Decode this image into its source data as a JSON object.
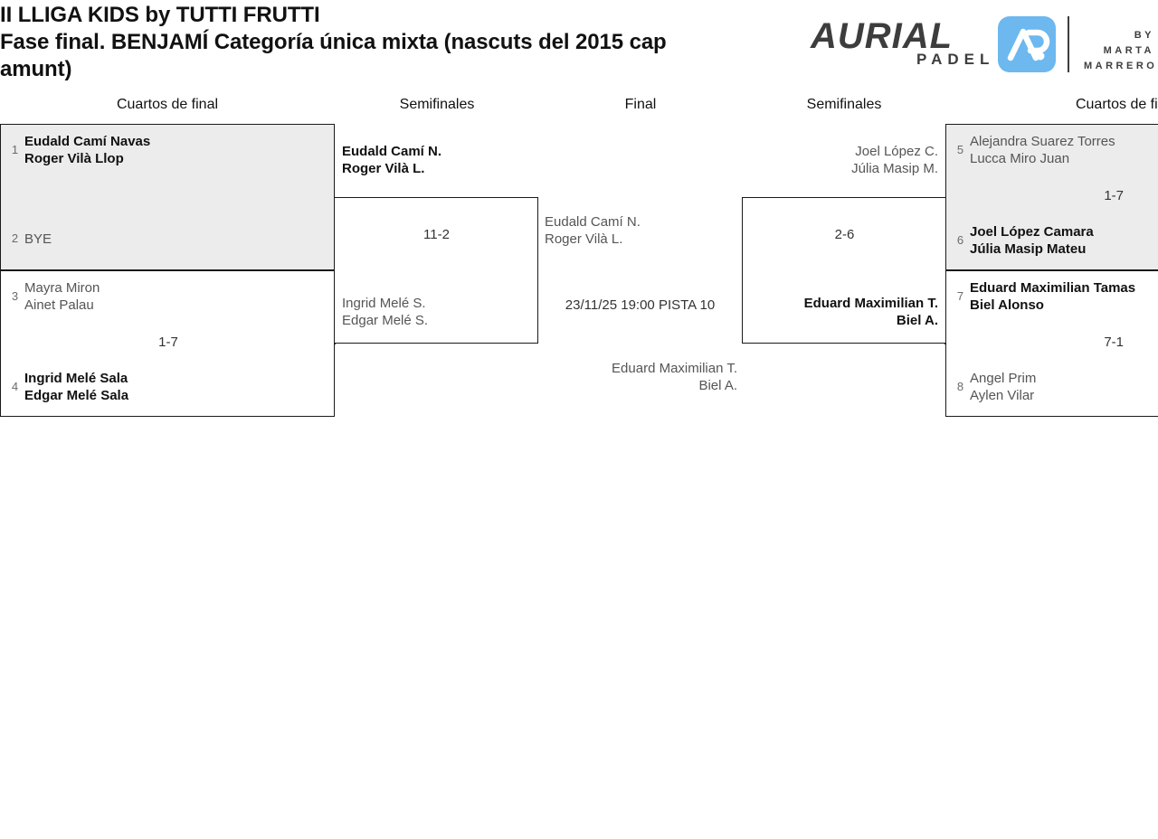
{
  "header": {
    "title_line1": "II LLIGA KIDS by TUTTI FRUTTI",
    "title_line2": "Fase final. BENJAMÍ Categoría única mixta (nascuts del 2015 cap",
    "title_line3": "amunt)",
    "logo": {
      "brand": "AURIAL",
      "subbrand": "PADEL",
      "byline_line1": "BY MARTA",
      "byline_line2": "MARRERO",
      "mark_color": "#6cb8ef",
      "text_color": "#3d3d3d"
    }
  },
  "columns": [
    {
      "label": "Cuartos de final"
    },
    {
      "label": "Semifinales"
    },
    {
      "label": "Final"
    },
    {
      "label": "Semifinales"
    },
    {
      "label": "Cuartos de final"
    }
  ],
  "bracket": {
    "left_quarterfinals": [
      {
        "top": {
          "seed": "1",
          "line1": "Eudald Camí Navas",
          "line2": "Roger Vilà Llop",
          "status": "winner"
        },
        "bottom": {
          "seed": "2",
          "line1": "BYE",
          "line2": "",
          "status": "loser"
        },
        "score": ""
      },
      {
        "top": {
          "seed": "3",
          "line1": "Mayra Miron",
          "line2": "Ainet Palau",
          "status": "loser"
        },
        "bottom": {
          "seed": "4",
          "line1": "Ingrid Melé Sala",
          "line2": "Edgar Melé Sala",
          "status": "winner"
        },
        "score": "1-7"
      }
    ],
    "left_semifinal": {
      "top": {
        "line1": "Eudald Camí N.",
        "line2": "Roger Vilà L.",
        "status": "winner"
      },
      "bottom": {
        "line1": "Ingrid Melé S.",
        "line2": "Edgar Melé S.",
        "status": "loser"
      },
      "score": "11-2"
    },
    "final": {
      "left_team": {
        "line1": "Eudald Camí N.",
        "line2": "Roger Vilà L."
      },
      "right_team": {
        "line1": "Eduard Maximilian T.",
        "line2": "Biel A."
      },
      "schedule": "23/11/25 19:00 PISTA 10"
    },
    "right_semifinal": {
      "top": {
        "line1": "Joel López C.",
        "line2": "Júlia Masip M.",
        "status": "loser"
      },
      "bottom": {
        "line1": "Eduard Maximilian T.",
        "line2": "Biel A.",
        "status": "winner"
      },
      "score": "2-6"
    },
    "right_quarterfinals": [
      {
        "top": {
          "seed": "5",
          "line1": "Alejandra Suarez Torres",
          "line2": "Lucca Miro Juan",
          "status": "loser"
        },
        "bottom": {
          "seed": "6",
          "line1": "Joel López Camara",
          "line2": "Júlia Masip Mateu",
          "status": "winner"
        },
        "score": "1-7"
      },
      {
        "top": {
          "seed": "7",
          "line1": "Eduard Maximilian Tamas",
          "line2": "Biel Alonso",
          "status": "winner"
        },
        "bottom": {
          "seed": "8",
          "line1": "Angel Prim",
          "line2": "Aylen Vilar",
          "status": "loser"
        },
        "score": "7-1"
      }
    ]
  }
}
